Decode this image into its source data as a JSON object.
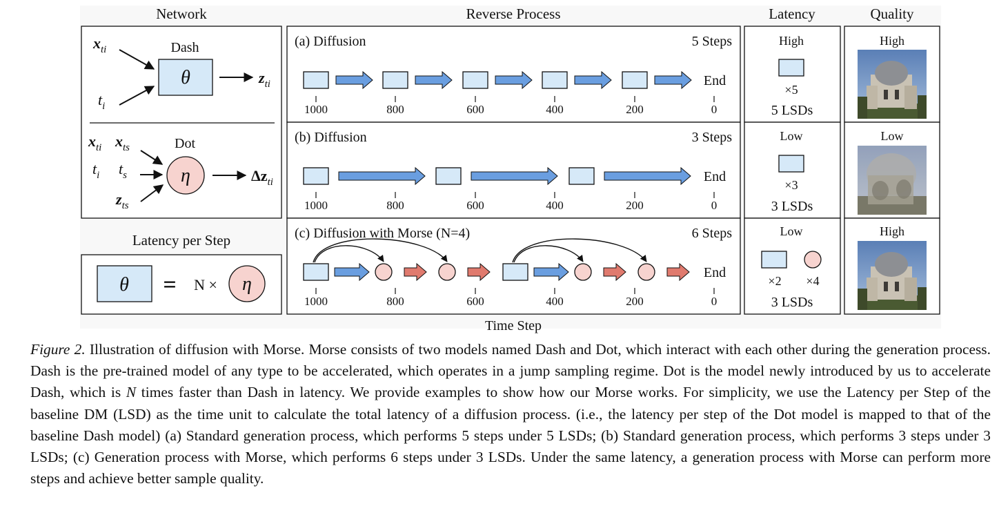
{
  "headers": {
    "network": "Network",
    "reverse_process": "Reverse Process",
    "latency": "Latency",
    "quality": "Quality"
  },
  "network": {
    "dash_label": "Dash",
    "dash_symbol": "θ",
    "dash_input_x": "x",
    "dash_input_x_sub": "ti",
    "dash_input_t": "t",
    "dash_input_t_sub": "i",
    "dash_output": "z",
    "dash_output_sub": "ti",
    "dot_label": "Dot",
    "dot_symbol": "η",
    "dot_input_xi": "x",
    "dot_input_xi_sub": "ti",
    "dot_input_xs": "x",
    "dot_input_xs_sub": "ts",
    "dot_input_ti": "t",
    "dot_input_ti_sub": "i",
    "dot_input_ts": "t",
    "dot_input_ts_sub": "s",
    "dot_input_zs": "z",
    "dot_input_zs_sub": "ts",
    "dot_output": "Δz",
    "dot_output_sub": "ti"
  },
  "latency_per_step": {
    "title": "Latency per Step",
    "lhs": "θ",
    "equals": "=",
    "rhs_text": "N ×",
    "rhs_symbol": "η"
  },
  "timeline_ticks": [
    "1000",
    "800",
    "600",
    "400",
    "200",
    "0"
  ],
  "end_label": "End",
  "x_axis_label": "Time Step",
  "rows": [
    {
      "title": "(a) Diffusion",
      "steps": "5 Steps",
      "latency_level": "High",
      "multiplier": "×5",
      "lsds": "5 LSDs",
      "quality": "High"
    },
    {
      "title": "(b) Diffusion",
      "steps": "3 Steps",
      "latency_level": "Low",
      "multiplier": "×3",
      "lsds": "3 LSDs",
      "quality": "Low"
    },
    {
      "title": "(c) Diffusion with Morse (N=4)",
      "steps": "6 Steps",
      "latency_level": "Low",
      "multiplier_dash": "×2",
      "multiplier_dot": "×4",
      "lsds": "3 LSDs",
      "quality": "High"
    }
  ],
  "colors": {
    "dash_fill": "#d6e9f8",
    "dash_arrow": "#6a9ee0",
    "dot_fill": "#f7d3cf",
    "dot_arrow": "#e07a6e",
    "panel_bg": "#f8f8f8"
  },
  "icons": [
    "dash-model-square",
    "dot-model-circle",
    "right-arrow",
    "skip-arc-arrow",
    "building-photo"
  ],
  "caption": {
    "label": "Figure 2.",
    "text_part1": " Illustration of diffusion with Morse. Morse consists of two models named Dash and Dot, which interact with each other during the generation process. Dash is the pre-trained model of any type to be accelerated, which operates in a jump sampling regime. Dot is the model newly introduced by us to accelerate Dash, which is ",
    "n_variable": "N",
    "text_part2": " times faster than Dash in latency. We provide examples to show how our Morse works. For simplicity, we use the Latency per Step of the baseline DM (LSD) as the time unit to calculate the total latency of a diffusion process. (i.e., the latency per step of the Dot model is mapped to that of the baseline Dash model) (a) Standard generation process, which performs 5 steps under 5 LSDs; (b) Standard generation process, which performs 3 steps under 3 LSDs; (c) Generation process with Morse, which performs 6 steps under 3 LSDs. Under the same latency, a generation process with Morse can perform more steps and achieve better sample quality."
  }
}
